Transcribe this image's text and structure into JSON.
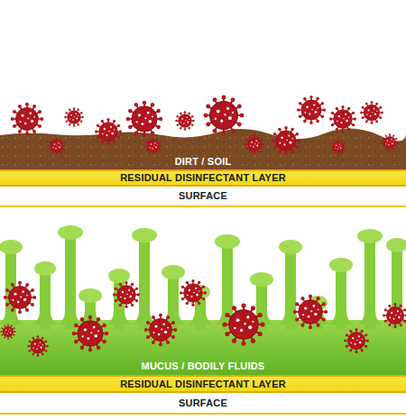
{
  "diagram": {
    "nodes": [
      {
        "text": [
          "DIRT / SOIL"
        ]
      },
      {
        "text": [
          "RESIDUAL DISINFECTANT LAYER"
        ]
      },
      {
        "text": [
          "SURFACE"
        ]
      },
      {
        "text": [
          "MUCUS / BODILY FLUIDS"
        ]
      },
      {
        "text": [
          "RESIDUAL DISINFECTANT LAYER"
        ]
      },
      {
        "text": [
          "SURFACE"
        ]
      }
    ]
  }
}
